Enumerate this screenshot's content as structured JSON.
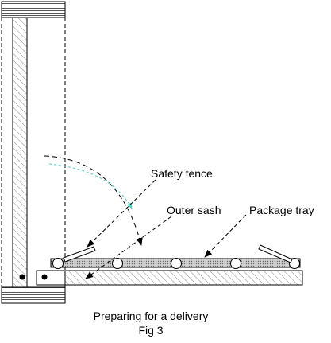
{
  "labels": {
    "safety_fence": "Safety fence",
    "outer_sash": "Outer sash",
    "package_tray": "Package tray"
  },
  "caption": {
    "line1": "Preparing for a delivery",
    "line2": "Fig 3"
  },
  "colors": {
    "line": "#000000",
    "hatch": "#8a8a8a",
    "tray_fill": "#c8c8c8",
    "motion_arrow": "#4fd2c8"
  }
}
